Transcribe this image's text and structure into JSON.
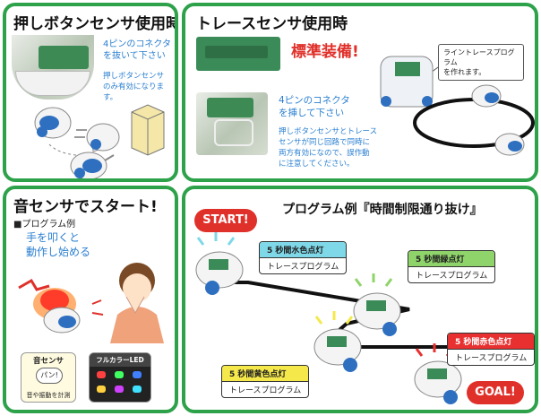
{
  "panel_push": {
    "title": "押しボタンセンサ使用時",
    "connector_note": [
      "4ピンのコネクタ",
      "を抜いて下さい"
    ],
    "only_note": [
      "押しボタンセンサ",
      "のみ有効になります。"
    ]
  },
  "panel_trace": {
    "title": "トレースセンサ使用時",
    "standard": "標準装備!",
    "callout": [
      "ライントレースプログラム",
      "を作れます。"
    ],
    "connector_note": [
      "4ピンのコネクタ",
      "を挿して下さい"
    ],
    "caution": [
      "押しボタンセンサとトレース",
      "センサが同じ回路で同時に",
      "両方有効になので、誤作動",
      "に注意してください。"
    ]
  },
  "panel_sound": {
    "title": "音センサでスタート!",
    "subtitle": "■プログラム例",
    "caption": [
      "手を叩くと",
      "動作し始める"
    ],
    "sound_label": "音センサ",
    "sound_bubble": "パン!",
    "sound_caption": "音や振動を計測",
    "led_label": "フルカラーLED",
    "led_colors": [
      "#ff4040",
      "#40ff60",
      "#4080ff",
      "#ffd040",
      "#d040ff",
      "#40e0ff"
    ]
  },
  "panel_program": {
    "title": "プログラム例『時間制限通り抜け』",
    "start": "START!",
    "goal": "GOAL!",
    "steps": [
      {
        "top": "5 秒間水色点灯",
        "bottom": "トレースプログラム",
        "color": "#7fd8e8"
      },
      {
        "top": "5 秒間緑点灯",
        "bottom": "トレースプログラム",
        "color": "#8fd46a"
      },
      {
        "top": "5 秒間黄色点灯",
        "bottom": "トレースプログラム",
        "color": "#f4e84a"
      },
      {
        "top": "5 秒間赤色点灯",
        "bottom": "トレースプログラム",
        "color": "#e83030"
      }
    ],
    "accent_red": "#e0302a",
    "accent_green": "#2ea24a"
  }
}
